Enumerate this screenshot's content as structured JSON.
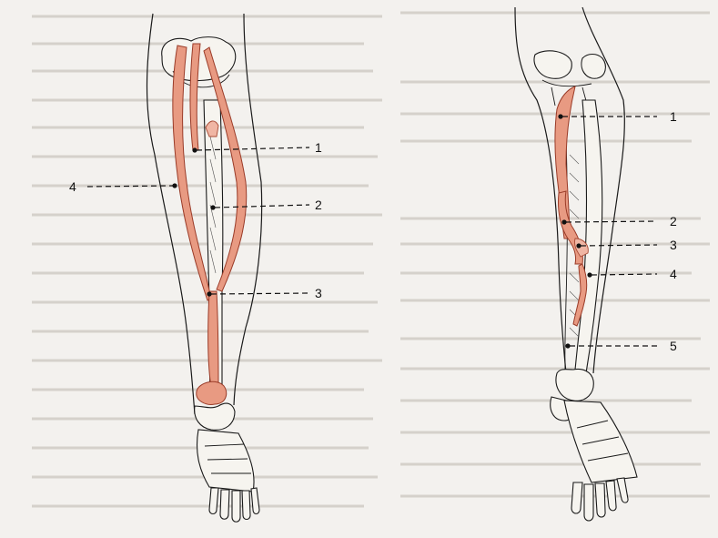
{
  "left_figure": {
    "labels": [
      "1",
      "2",
      "3",
      "4"
    ]
  },
  "right_figure": {
    "labels": [
      "1",
      "2",
      "3",
      "4",
      "5"
    ]
  },
  "colors": {
    "muscle": "#e89a82",
    "outline": "#1a1a1a",
    "page": "#f3f1ee"
  }
}
